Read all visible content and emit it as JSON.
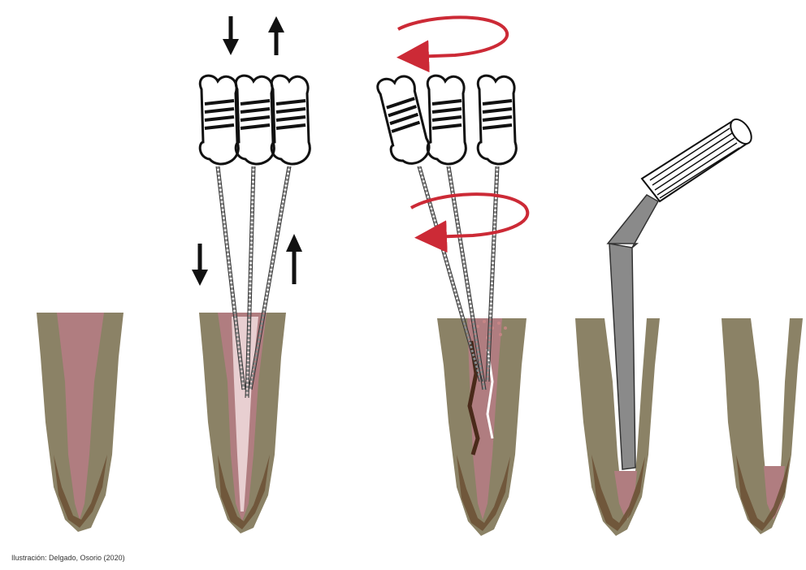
{
  "figure": {
    "credit": "Ilustración: Delgado, Osorio (2020)",
    "colors": {
      "dentin": "#8b8266",
      "dentin_light": "#a49c84",
      "pulp": "#b07d80",
      "pulp_light": "#d9b4b8",
      "apex": "#6d5236",
      "arrow_black": "#111111",
      "arrow_red": "#cc2a36",
      "instrument": "#8a8a8a",
      "file_line": "#111111",
      "debris": "#4a2a1a"
    },
    "panels": [
      {
        "id": "untreated-root"
      },
      {
        "id": "vertical-filing",
        "motion": "push-pull"
      },
      {
        "id": "rotary-filing",
        "motion": "rotation"
      },
      {
        "id": "ultrasonic-tip"
      },
      {
        "id": "prepared-canal"
      }
    ]
  }
}
